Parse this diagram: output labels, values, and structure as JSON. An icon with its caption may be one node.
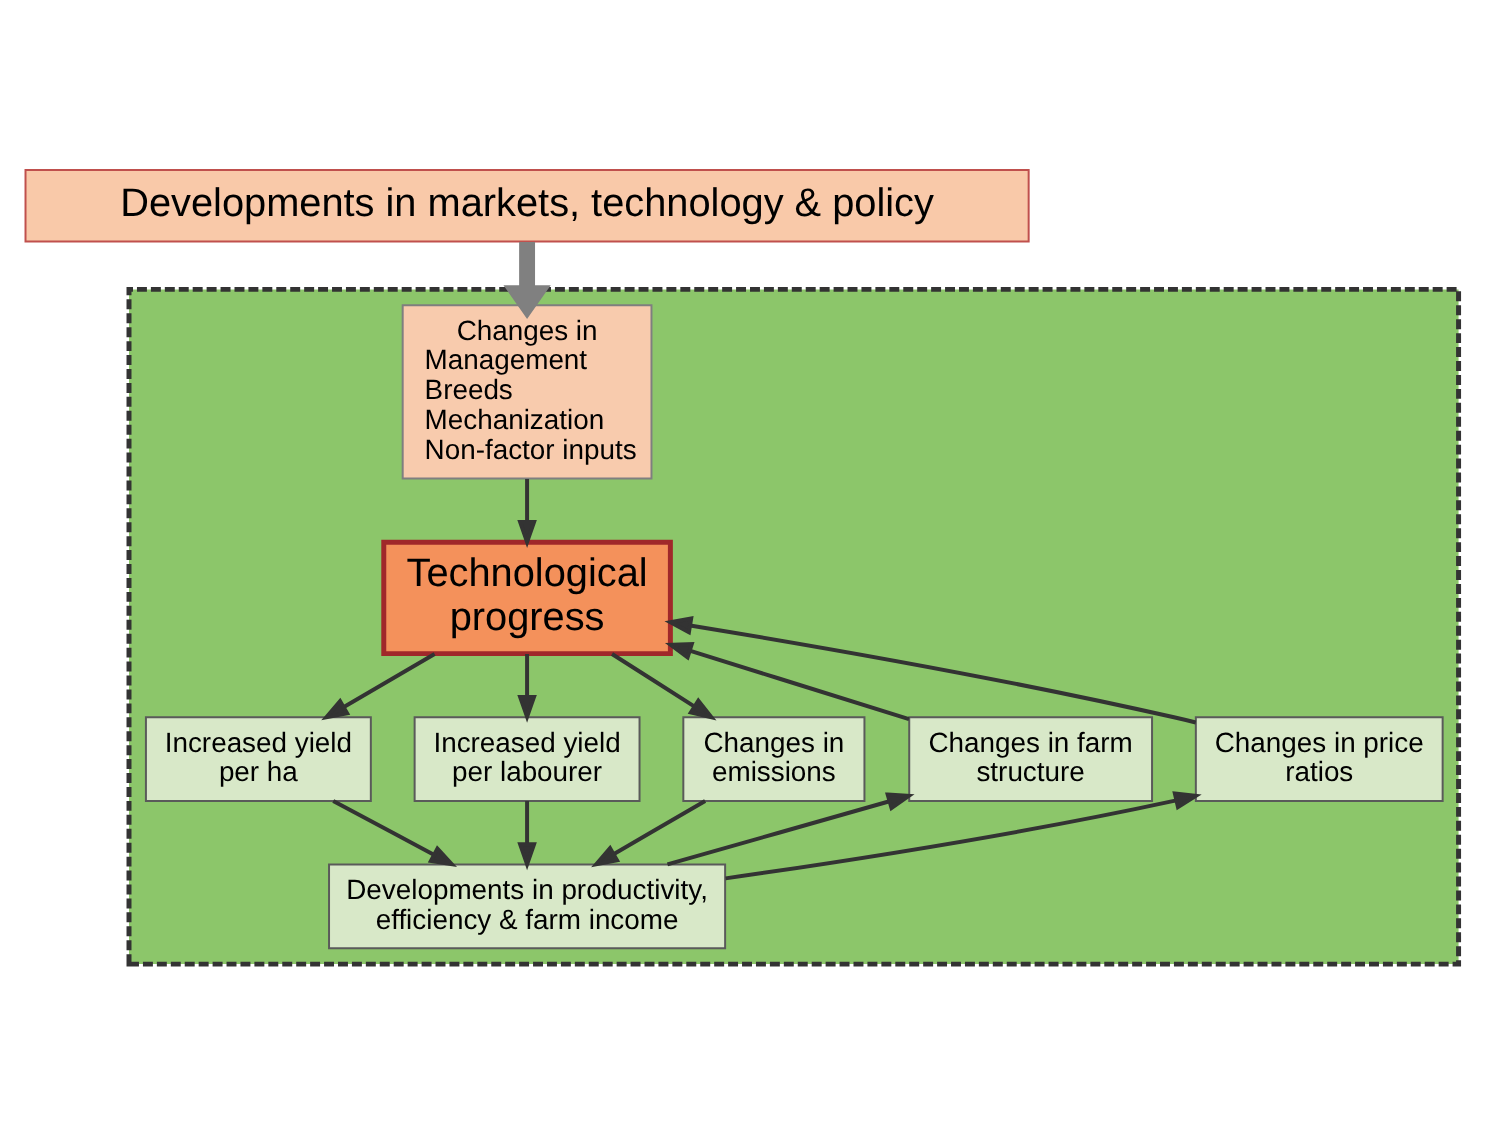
{
  "diagram": {
    "nodes": [
      {
        "text": [
          "Developments in markets, technology & policy"
        ]
      },
      {
        "text": [],
        "shape": "box"
      },
      {
        "text": [
          "Changes in",
          "Management",
          "Breeds",
          "Mechanization",
          "Non-factor inputs"
        ],
        "in": 1
      },
      {
        "text": [
          "Technological progress"
        ],
        "in": 1
      },
      {
        "text": [
          "Increased yield per ha"
        ],
        "in": 1
      },
      {
        "text": [
          "Increased yield per labourer"
        ],
        "in": 1
      },
      {
        "text": [
          "Changes in emissions"
        ],
        "in": 1
      },
      {
        "text": [
          "Changes in farm structure"
        ],
        "in": 1
      },
      {
        "text": [
          "Changes in price ratios"
        ],
        "in": 1
      },
      {
        "text": [
          "Developments in productivity, efficiency & farm income"
        ],
        "in": 1
      }
    ],
    "edges": [
      {
        "from": 0,
        "to": 2,
        "arrow": "to",
        "style": "thick",
        "color": "#808080"
      },
      {
        "from": 2,
        "to": 3,
        "arrow": "to"
      },
      {
        "from": 3,
        "to": 4,
        "arrow": "to"
      },
      {
        "from": 3,
        "to": 5,
        "arrow": "to"
      },
      {
        "from": 3,
        "to": 6,
        "arrow": "to"
      },
      {
        "from": 4,
        "to": 9,
        "arrow": "to"
      },
      {
        "from": 5,
        "to": 9,
        "arrow": "to"
      },
      {
        "from": 6,
        "to": 9,
        "arrow": "to"
      },
      {
        "from": 9,
        "to": 7,
        "arrow": "to"
      },
      {
        "from": 9,
        "to": 8,
        "arrow": "to"
      },
      {
        "from": 7,
        "to": 3,
        "arrow": "to"
      },
      {
        "from": 8,
        "to": 3,
        "arrow": "to"
      }
    ]
  }
}
